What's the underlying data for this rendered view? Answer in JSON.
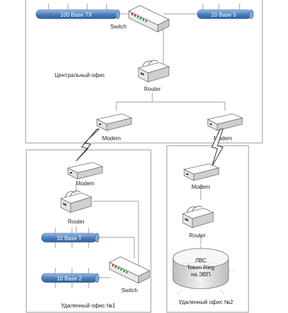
{
  "central_office": {
    "label": "Центральный офис",
    "bus_left": "100 Base TX",
    "bus_right": "10 Base 5",
    "switch": "Switch",
    "router": "Router",
    "modem_left": "Modem",
    "modem_right": "Modem"
  },
  "remote_office_1": {
    "label": "Удаленный офис №1",
    "modem": "Modem",
    "router": "Router",
    "bus_top": "10 Base T",
    "bus_bottom": "10 Base 2",
    "switch": "Switch"
  },
  "remote_office_2": {
    "label": "Удаленный офис №2",
    "modem": "Modem",
    "router": "Router",
    "ring_line1": "ЛВС",
    "ring_line2": "Token Ring",
    "ring_line3": "на ЭВП"
  },
  "colors": {
    "bus": "#4f81bd",
    "panel_border": "#9a9a9a",
    "wire": "#9aa0a6",
    "led_red": "#d93025",
    "led_green": "#2e9e3a"
  }
}
